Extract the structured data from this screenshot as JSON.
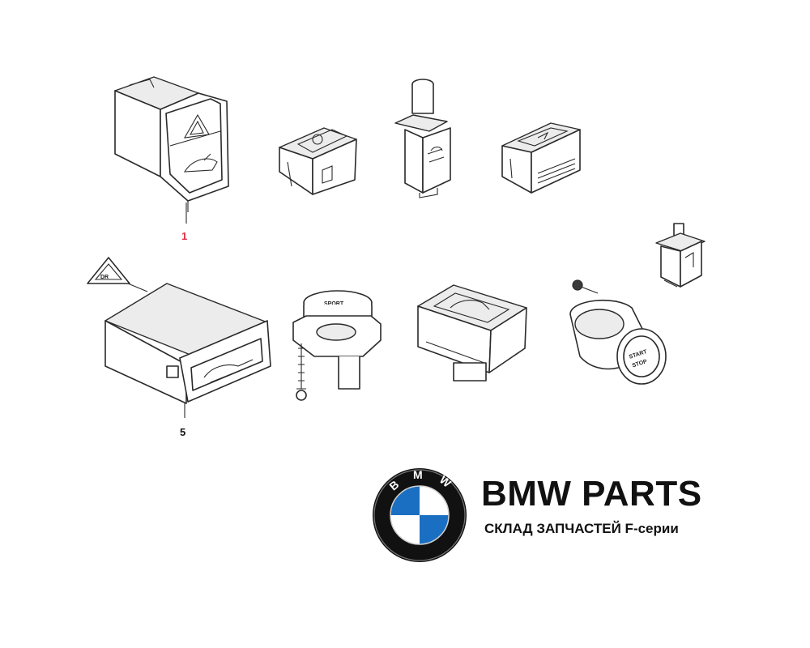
{
  "labels": {
    "part_1": "1",
    "part_5": "5"
  },
  "buttons": {
    "sport_label": "SPORT",
    "start_label": "START",
    "stop_label": "STOP"
  },
  "brand": {
    "logo_letters": "BMW",
    "title": "BMW PARTS",
    "subtitle": "СКЛАД ЗАПЧАСТЕЙ F-серии"
  },
  "colors": {
    "highlight": "#e0304a",
    "logo_blue": "#1b6fc2",
    "logo_ring": "#111111"
  }
}
